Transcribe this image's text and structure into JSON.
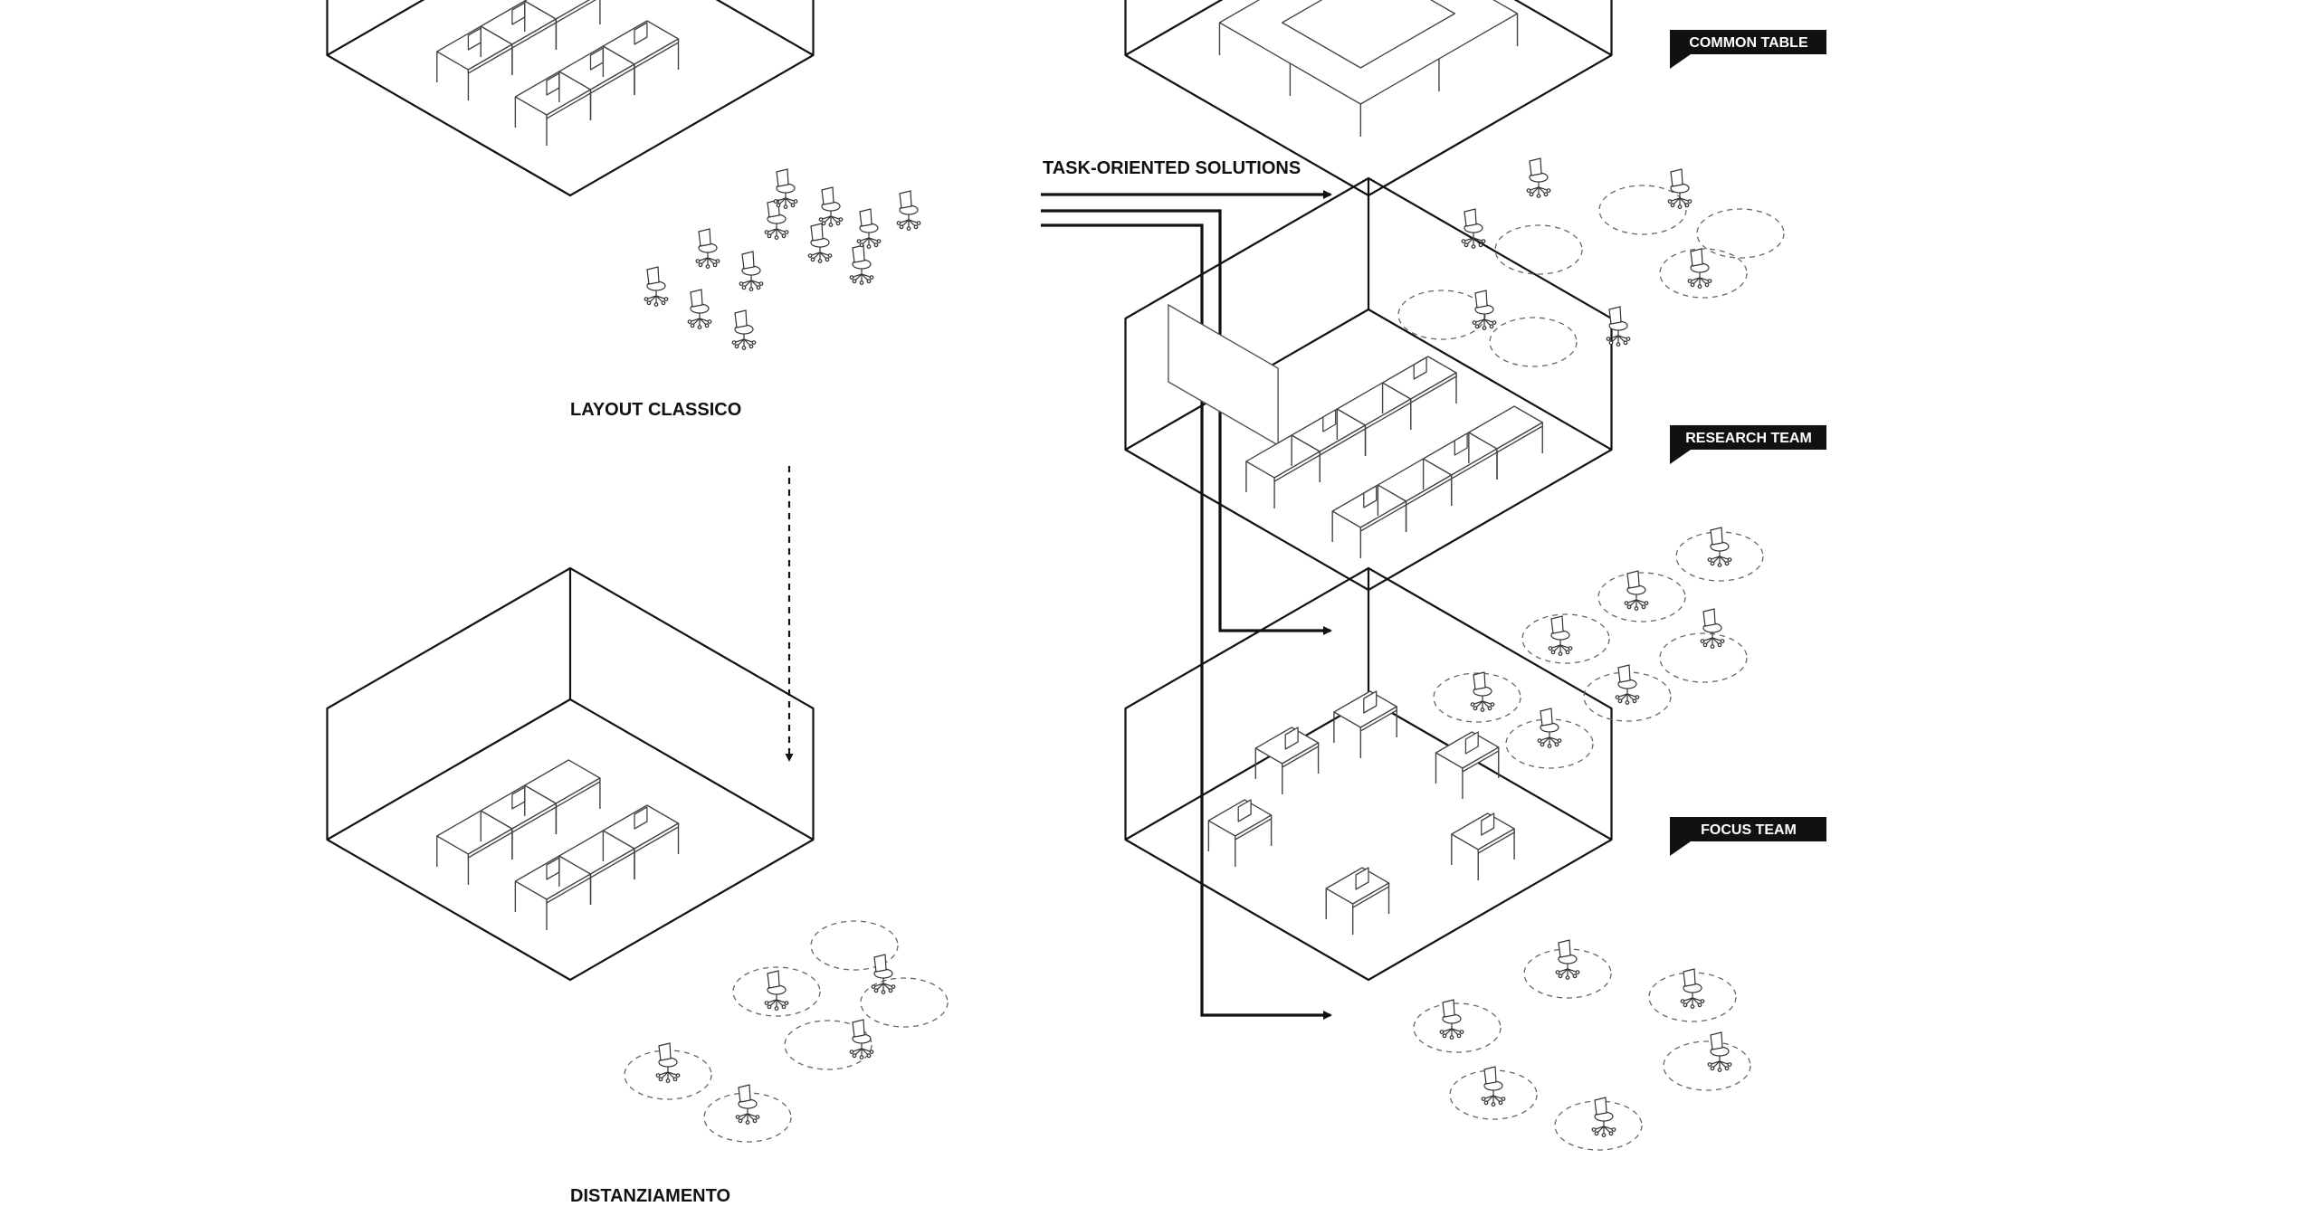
{
  "labels": {
    "layout_classico": "LAYOUT CLASSICO",
    "distanziamento": "DISTANZIAMENTO",
    "task_oriented": "TASK-ORIENTED SOLUTIONS"
  },
  "tags": {
    "common_table": "COMMON TABLE",
    "research_team": "RESEARCH TEAM",
    "focus_team": "FOCUS TEAM"
  },
  "colors": {
    "ink": "#111111",
    "tag_background": "#111111",
    "tag_text": "#ffffff"
  }
}
